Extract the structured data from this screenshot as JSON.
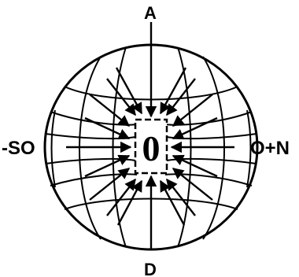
{
  "labels": {
    "top": "A",
    "bottom": "D",
    "left": "-SO",
    "right": "O+N",
    "center": "0"
  },
  "colors": {
    "ink": "#000000",
    "paper": "#ffffff"
  }
}
